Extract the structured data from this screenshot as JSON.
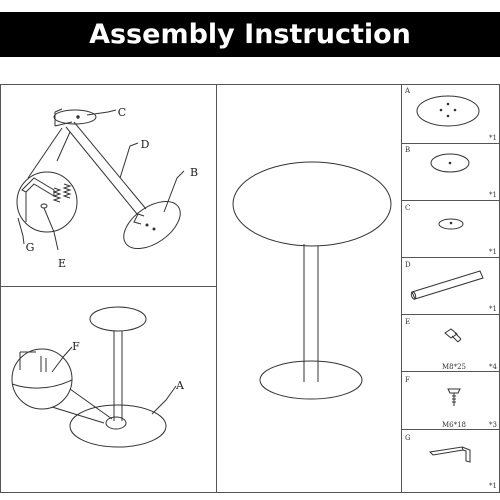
{
  "header": {
    "title": "Assembly Instruction"
  },
  "step1": {
    "callouts": [
      "C",
      "D",
      "B",
      "G",
      "E"
    ]
  },
  "step2": {
    "callouts": [
      "F",
      "A"
    ]
  },
  "parts": [
    {
      "letter": "A",
      "name": "",
      "qty": "*1"
    },
    {
      "letter": "B",
      "name": "",
      "qty": "*1"
    },
    {
      "letter": "C",
      "name": "",
      "qty": "*1"
    },
    {
      "letter": "D",
      "name": "",
      "qty": "*1"
    },
    {
      "letter": "E",
      "name": "M8*25",
      "qty": "*4"
    },
    {
      "letter": "F",
      "name": "M6*18",
      "qty": "*3"
    },
    {
      "letter": "G",
      "name": "",
      "qty": "*1"
    }
  ]
}
